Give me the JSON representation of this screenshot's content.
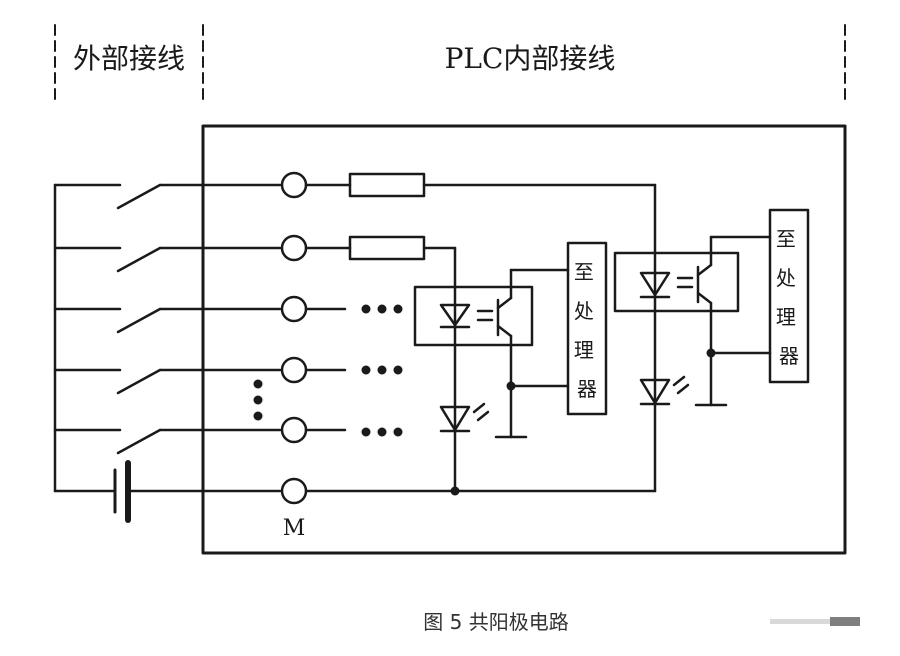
{
  "header": {
    "external_label": "外部接线",
    "internal_label": "PLC内部接线"
  },
  "processor_label": "至处理器",
  "terminal_label": "M",
  "caption": "图 5 共阳极电路",
  "colors": {
    "line": "#1a1a1a",
    "background": "#ffffff"
  }
}
